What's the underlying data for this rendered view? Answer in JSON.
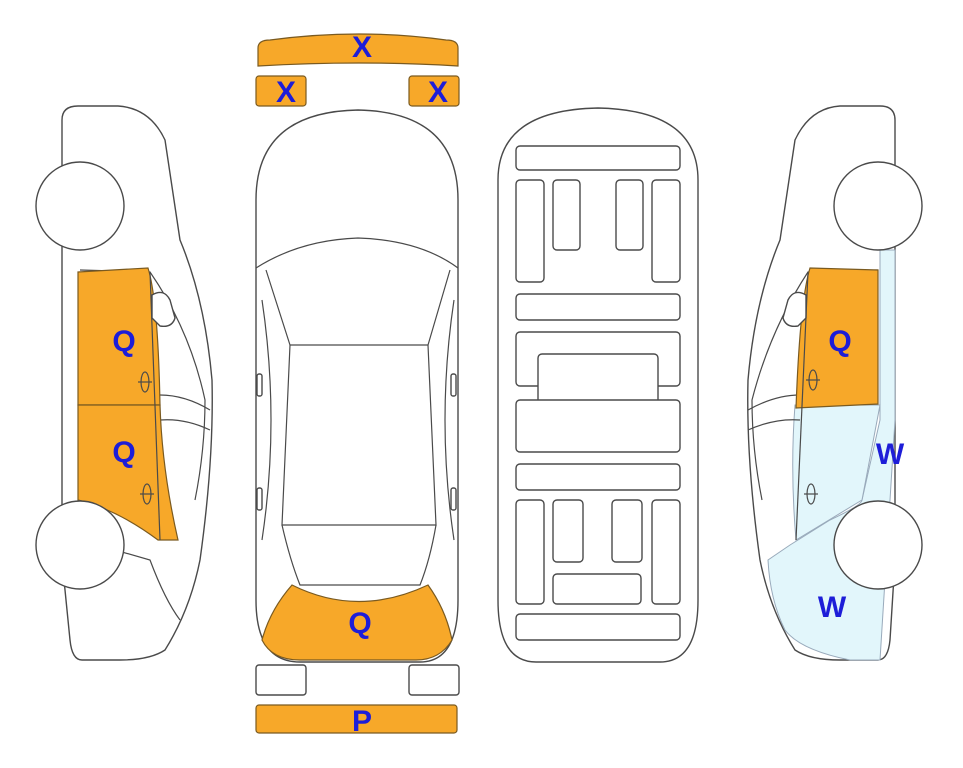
{
  "diagram": {
    "colors": {
      "damage_fill": "#f7a829",
      "damage_light_fill": "#e2f6fb",
      "code_text": "#1d1dd8",
      "outline": "#4a4a4a"
    },
    "codes": {
      "front_bumper": "X",
      "front_left_light": "X",
      "front_right_light": "X",
      "left_front_door": "Q",
      "left_rear_door": "Q",
      "trunk_lid": "Q",
      "rear_bumper": "P",
      "right_front_door": "Q",
      "right_rear_door": "W",
      "right_rear_quarter": "W"
    }
  }
}
